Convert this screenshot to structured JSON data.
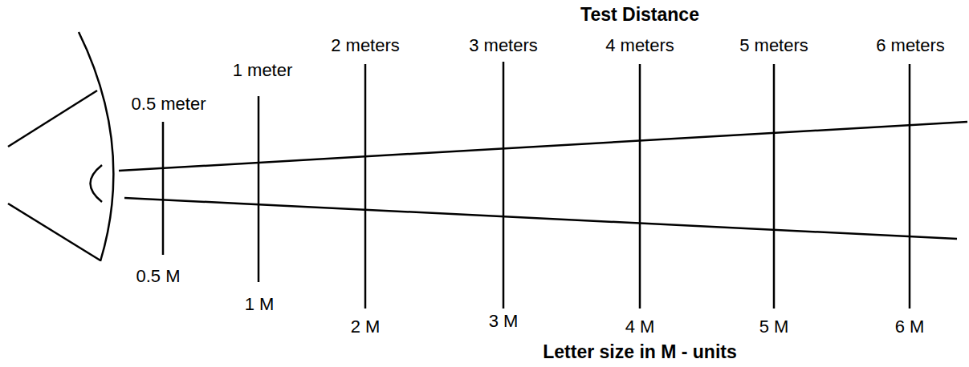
{
  "diagram": {
    "title": "Test Distance",
    "caption": "Letter size in M - units",
    "labels": [
      "0.5 meter",
      "1 meter",
      "2 meters",
      "3 meters",
      "4 meters",
      "5 meters",
      "6 meters",
      "0.5 M",
      "1 M",
      "2 M",
      "3 M",
      "4 M",
      "5 M",
      "6 M"
    ]
  }
}
